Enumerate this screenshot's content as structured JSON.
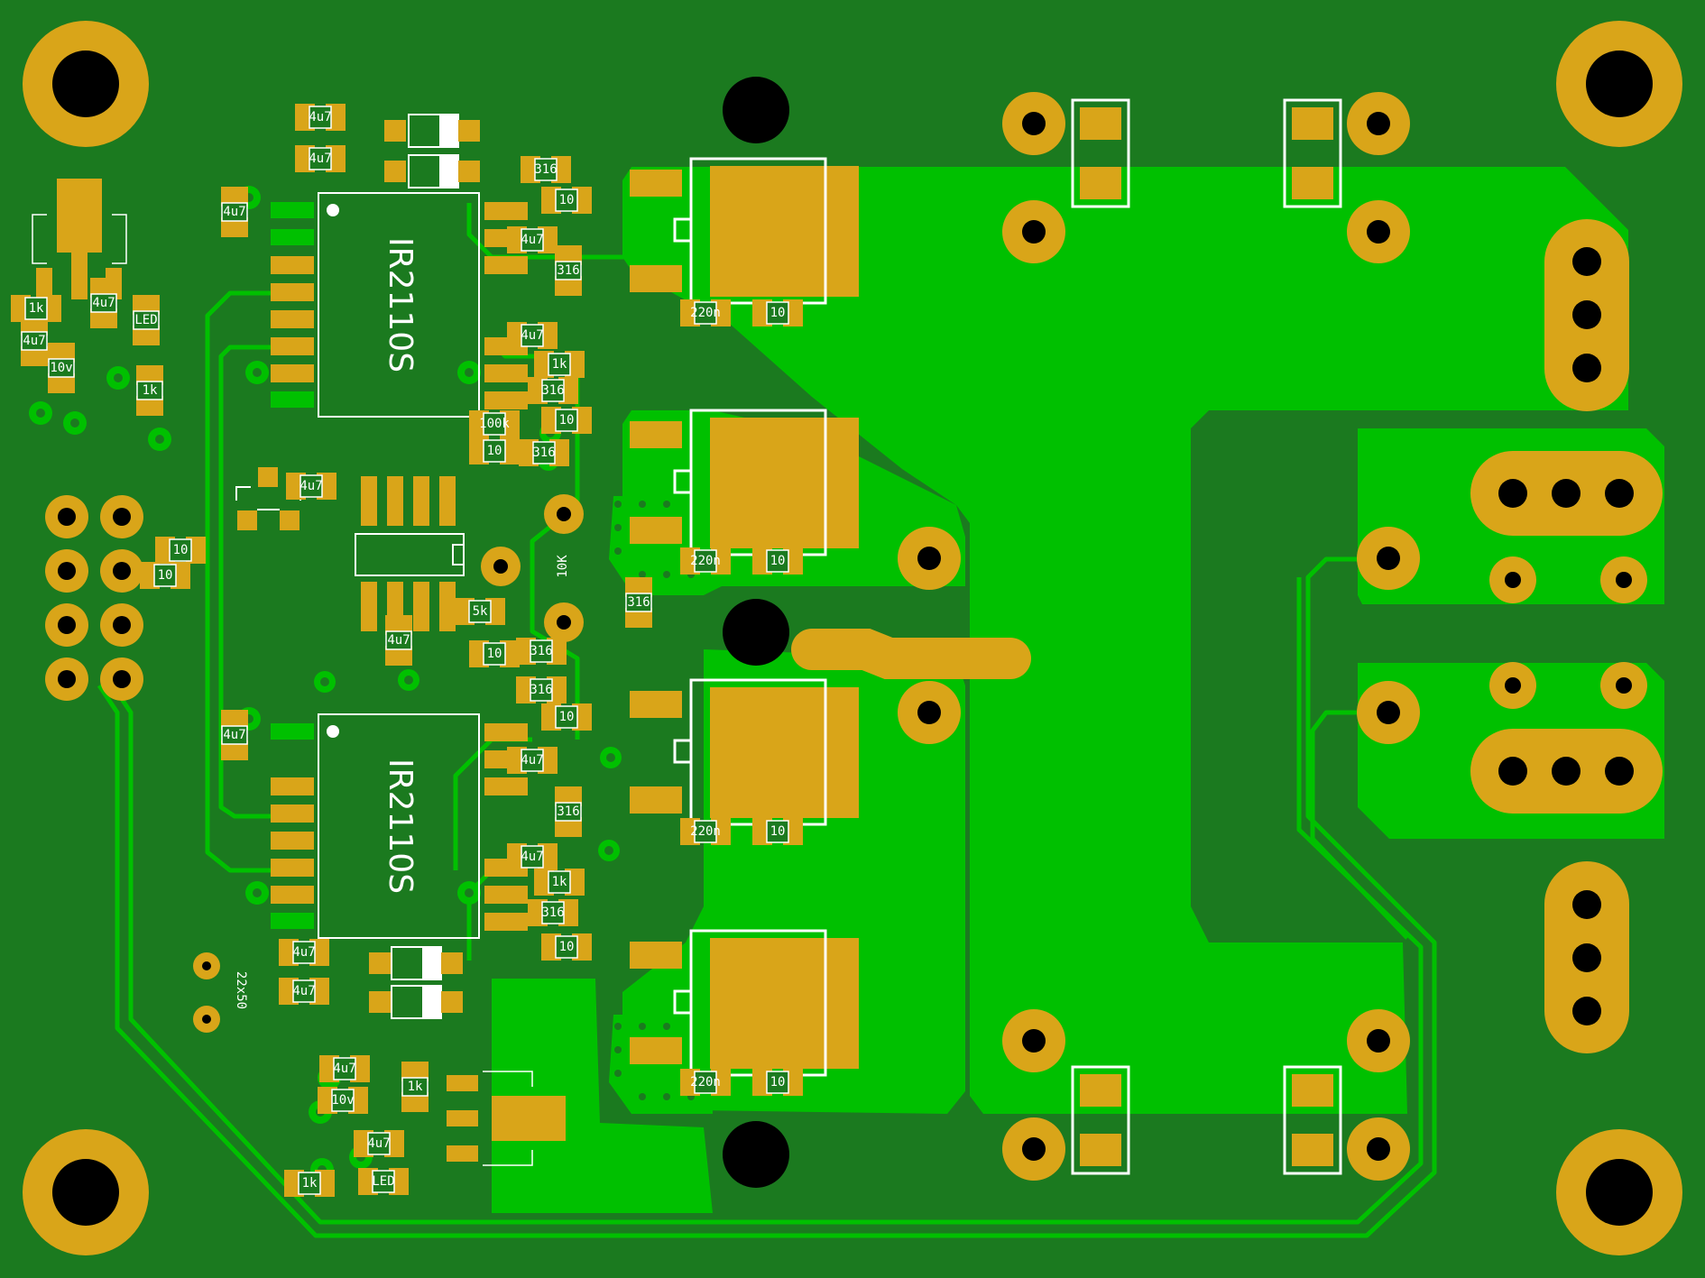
{
  "colors": {
    "board": "#1b7a1f",
    "copper_pour": "#00c000",
    "pad": "#d9a519",
    "drill": "#000000",
    "silkscreen": "#ffffff"
  },
  "ic_labels": {
    "u1": "IR2110S",
    "u2": "IR2110S"
  },
  "part_labels": {
    "c_4u7": "4u7",
    "cap_316": "316",
    "c_220n": "220n",
    "r_10": "10",
    "r_1k": "1k",
    "r_10k": "10k",
    "r_5k": "5k",
    "r_100k": "100k",
    "c_10v": "10v",
    "led": "LED",
    "conn_22x50": "22x50",
    "jp_10k": "10K"
  }
}
